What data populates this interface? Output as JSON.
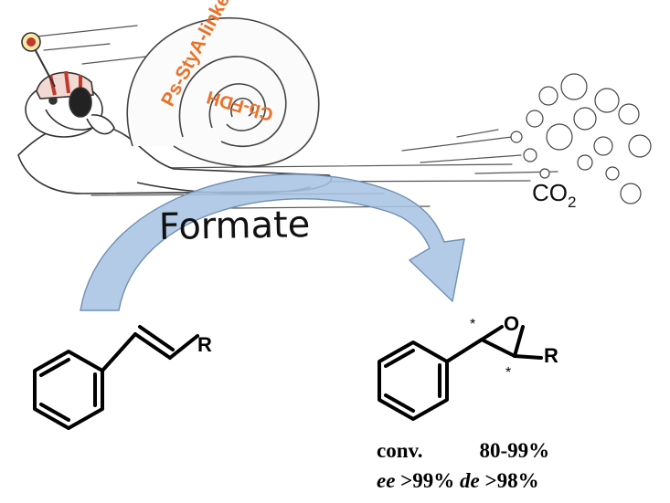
{
  "snail": {
    "enzyme_label_1": "Ps-StyA-linker-StyB",
    "enzyme_label_2": "Cb-FDH"
  },
  "cosubstrate": "Formate",
  "byproduct": {
    "main": "CO",
    "subscript": "2"
  },
  "substrate": {
    "substituent": "R"
  },
  "product": {
    "substituent": "R",
    "ring_atom": "O",
    "stereo_mark": "*"
  },
  "results": {
    "conv_label": "conv.",
    "conv_value": "80-99%",
    "ee_label": "ee",
    "ee_value": ">99%",
    "de_label": "de",
    "de_value": ">98%"
  },
  "colors": {
    "arrow_fill": "#a9c4e2",
    "arrow_stroke": "#6f8fb5",
    "label_orange": "#e8732a",
    "sketch": "#444444"
  }
}
